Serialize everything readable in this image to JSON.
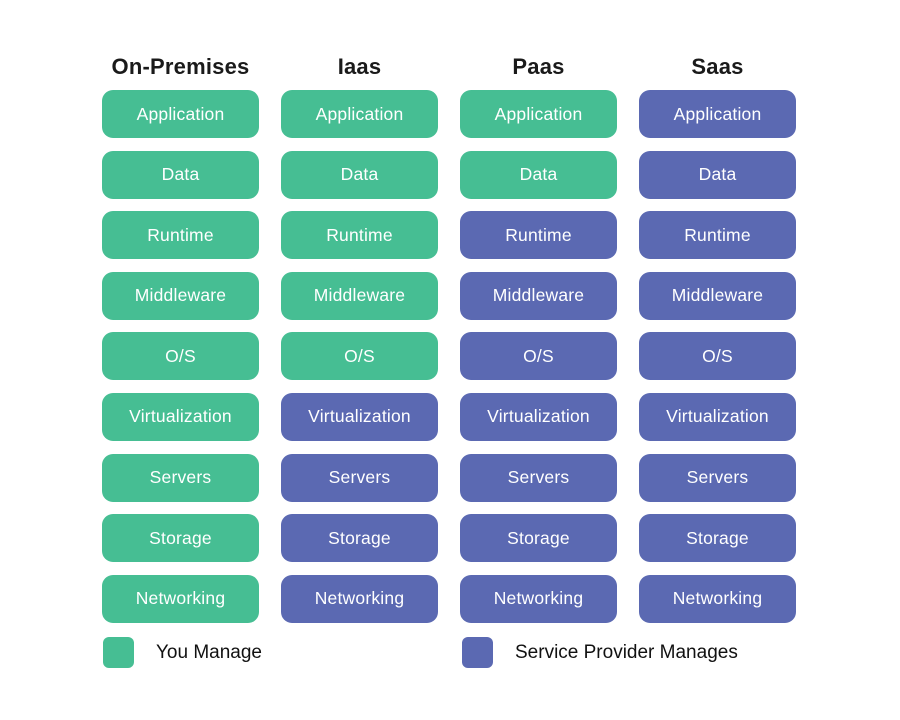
{
  "colors": {
    "you_manage": "#46be93",
    "service_provider": "#5b69b2",
    "header_text": "#1a1a1a",
    "box_text": "#ffffff",
    "background": "#ffffff"
  },
  "layers": [
    "Application",
    "Data",
    "Runtime",
    "Middleware",
    "O/S",
    "Virtualization",
    "Servers",
    "Storage",
    "Networking"
  ],
  "columns": [
    {
      "name": "On-Premises",
      "you_manage_layers": 9
    },
    {
      "name": "Iaas",
      "you_manage_layers": 5
    },
    {
      "name": "Paas",
      "you_manage_layers": 2
    },
    {
      "name": "Saas",
      "you_manage_layers": 0
    }
  ],
  "legend": [
    {
      "label": "You Manage",
      "color_key": "you_manage"
    },
    {
      "label": "Service Provider Manages",
      "color_key": "service_provider"
    }
  ]
}
